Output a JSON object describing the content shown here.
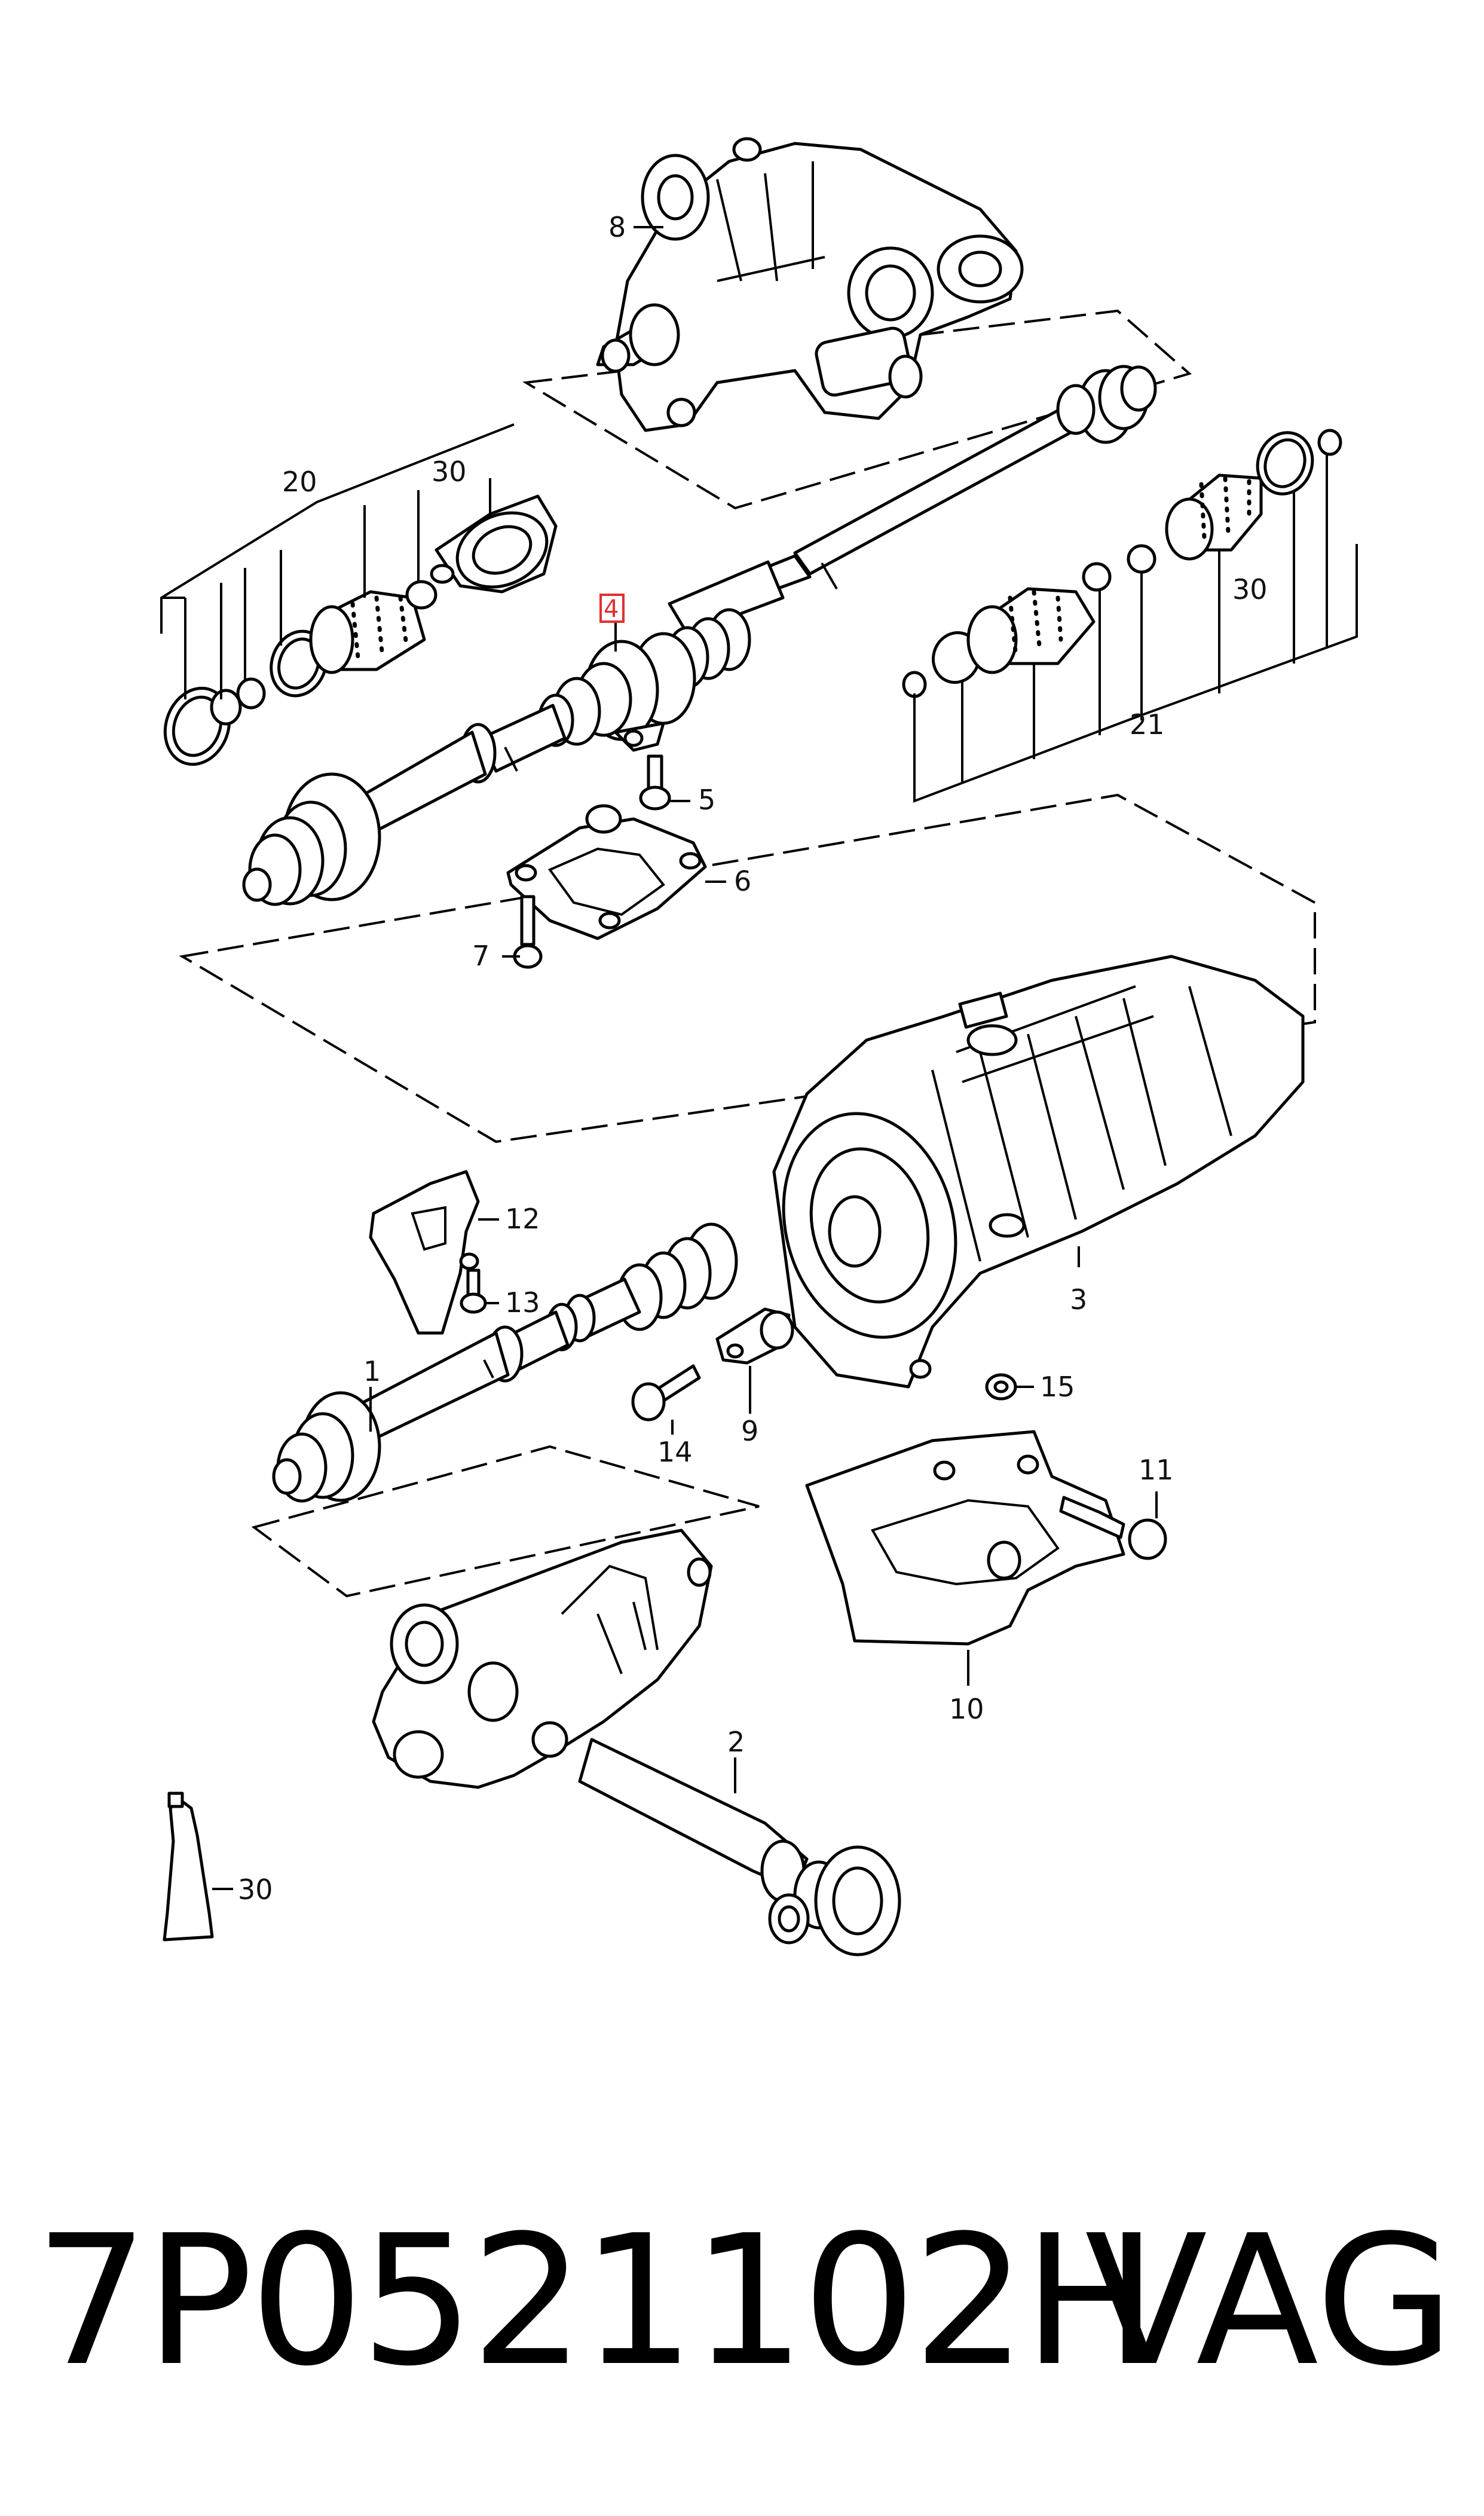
{
  "callouts": [
    {
      "id": "c8",
      "text": "8"
    },
    {
      "id": "c20",
      "text": "20"
    },
    {
      "id": "c30a",
      "text": "30"
    },
    {
      "id": "c4",
      "text": "4"
    },
    {
      "id": "c30b",
      "text": "30"
    },
    {
      "id": "c21",
      "text": "21"
    },
    {
      "id": "c5",
      "text": "5"
    },
    {
      "id": "c6",
      "text": "6"
    },
    {
      "id": "c7",
      "text": "7"
    },
    {
      "id": "c12",
      "text": "12"
    },
    {
      "id": "c13",
      "text": "13"
    },
    {
      "id": "c3",
      "text": "3"
    },
    {
      "id": "c1",
      "text": "1"
    },
    {
      "id": "c15",
      "text": "15"
    },
    {
      "id": "c14",
      "text": "14"
    },
    {
      "id": "c9",
      "text": "9"
    },
    {
      "id": "c11",
      "text": "11"
    },
    {
      "id": "c10",
      "text": "10"
    },
    {
      "id": "c2",
      "text": "2"
    },
    {
      "id": "c30c",
      "text": "30"
    }
  ],
  "highlighted_callout": "4",
  "highlight_color": "#e03030",
  "part_number": "7P0521102H",
  "brand": "VAG"
}
